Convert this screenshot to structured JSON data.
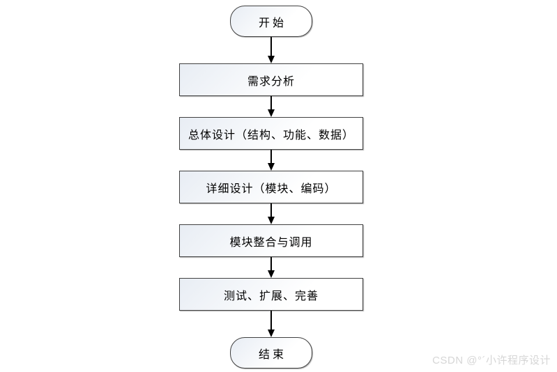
{
  "flowchart": {
    "nodes": [
      {
        "id": "start",
        "type": "terminator",
        "label": "开始"
      },
      {
        "id": "requirement-analysis",
        "type": "process",
        "label": "需求分析"
      },
      {
        "id": "overall-design",
        "type": "process",
        "label": "总体设计（结构、功能、数据）"
      },
      {
        "id": "detailed-design",
        "type": "process",
        "label": "详细设计（模块、编码）"
      },
      {
        "id": "module-integration",
        "type": "process",
        "label": "模块整合与调用"
      },
      {
        "id": "test-extend-improve",
        "type": "process",
        "label": "测试、扩展、完善"
      },
      {
        "id": "end",
        "type": "terminator",
        "label": "结束"
      }
    ],
    "colors": {
      "node_fill_top": "#e8edf4",
      "node_fill_bottom": "#ffffff",
      "node_border": "#404040",
      "arrow": "#000000",
      "text": "#000000"
    }
  },
  "watermark": {
    "text": "CSDN @°´小许程序设计",
    "color": "#d6d6d6"
  }
}
